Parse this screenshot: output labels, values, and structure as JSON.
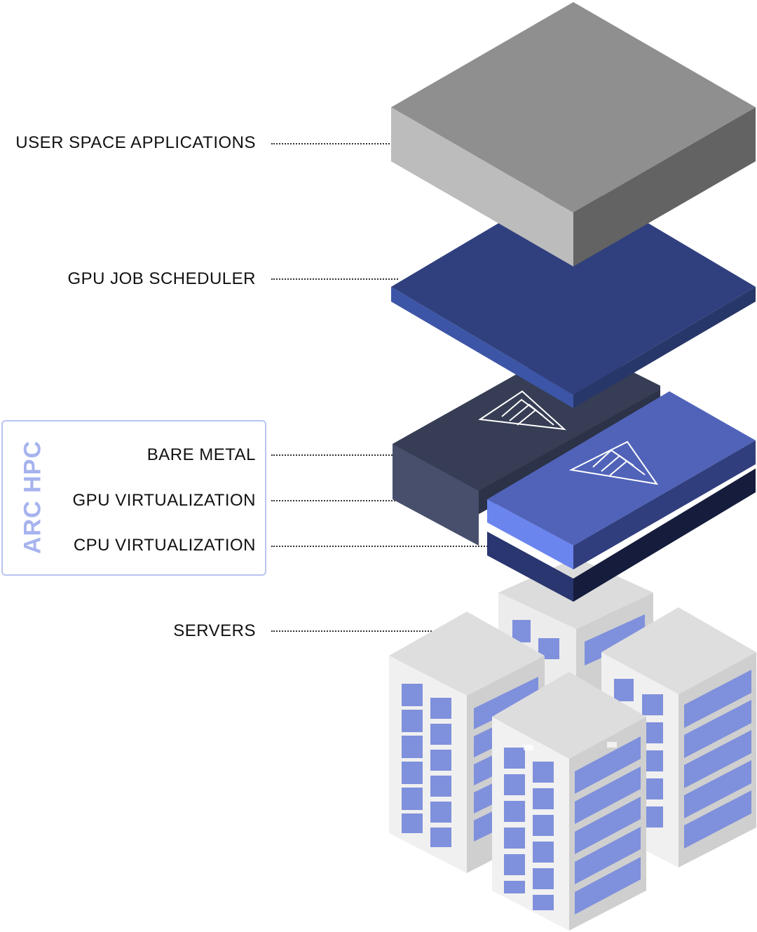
{
  "layers": {
    "user_space": "USER SPACE APPLICATIONS",
    "scheduler": "GPU JOB SCHEDULER",
    "servers": "SERVERS"
  },
  "group": {
    "title": "ARC HPC",
    "bare_metal": "BARE METAL",
    "gpu_virtualization": "GPU VIRTUALIZATION",
    "cpu_virtualization": "CPU VIRTUALIZATION"
  },
  "colors": {
    "gray_top": "#8f8f8f",
    "gray_left": "#bcbcbc",
    "gray_right": "#636363",
    "scheduler_top": "#30407e",
    "scheduler_left": "#3d55a6",
    "scheduler_right": "#283769",
    "bare_metal_top": "#363d54",
    "bare_metal_left": "#474f6c",
    "gpu_top": "#5063b9",
    "gpu_left": "#6b85ef",
    "gpu_right": "#313e7d",
    "cpu_left": "#2a3670",
    "cpu_right": "#161c3b",
    "label_text": "#111111",
    "group_border": "#b9c4ee",
    "group_title": "#a6b3ee"
  },
  "icons": [
    "arc-logo-icon",
    "server-rack-icon"
  ]
}
